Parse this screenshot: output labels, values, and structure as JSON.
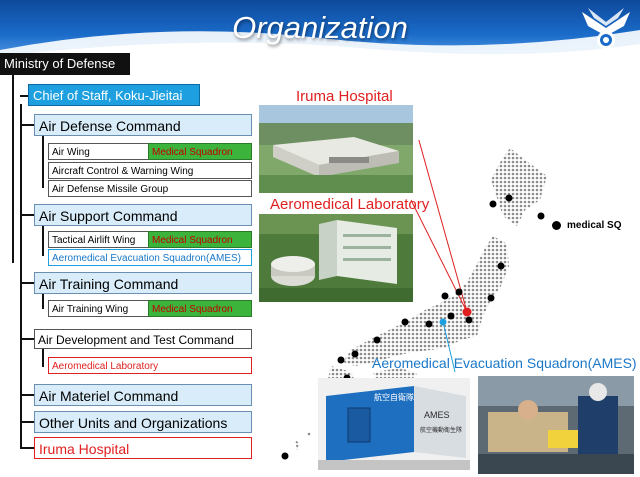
{
  "header": {
    "title": "Organization"
  },
  "org": {
    "root": "Ministry of Defense",
    "chief": "Chief of Staff, Koku-Jieitai",
    "commands": [
      {
        "label": "Air Defense Command",
        "units": [
          "Air Wing",
          "Aircraft Control & Warning Wing",
          "Air Defense Missile Group"
        ],
        "medical": "Medical Squadron"
      },
      {
        "label": "Air Support Command",
        "units": [
          "Tactical Airlift Wing",
          "Aeromedical Evacuation Squadron(AMES)"
        ],
        "medical": "Medical Squadron"
      },
      {
        "label": "Air Training Command",
        "units": [
          "Air Training Wing"
        ],
        "medical": "Medical Squadron"
      },
      {
        "label": "Air Development and Test Command",
        "units": [
          "Aeromedical Laboratory"
        ]
      },
      {
        "label": "Air Materiel Command"
      },
      {
        "label": "Other Units and Organizations"
      },
      {
        "label": "Iruma Hospital"
      }
    ]
  },
  "photos": {
    "hospital_label": "Iruma Hospital",
    "lab_label": "Aeromedical Laboratory",
    "ames_label": "Aeromedical Evacuation Squadron(AMES)",
    "container_text": "航空自衛隊",
    "container_side": "AMES",
    "container_sub": "航空機動衛生隊"
  },
  "map": {
    "legend": "medical SQ",
    "colors": {
      "dot": "#000000",
      "hq": "#e02020",
      "ames": "#1ea0e0",
      "land": "#8c8c8c"
    }
  },
  "colors": {
    "header": "#1a6bc9",
    "command": "#d8ecf9",
    "medical": "#3cb43c",
    "accent_red": "#e02020",
    "accent_blue": "#1ea0e0"
  }
}
